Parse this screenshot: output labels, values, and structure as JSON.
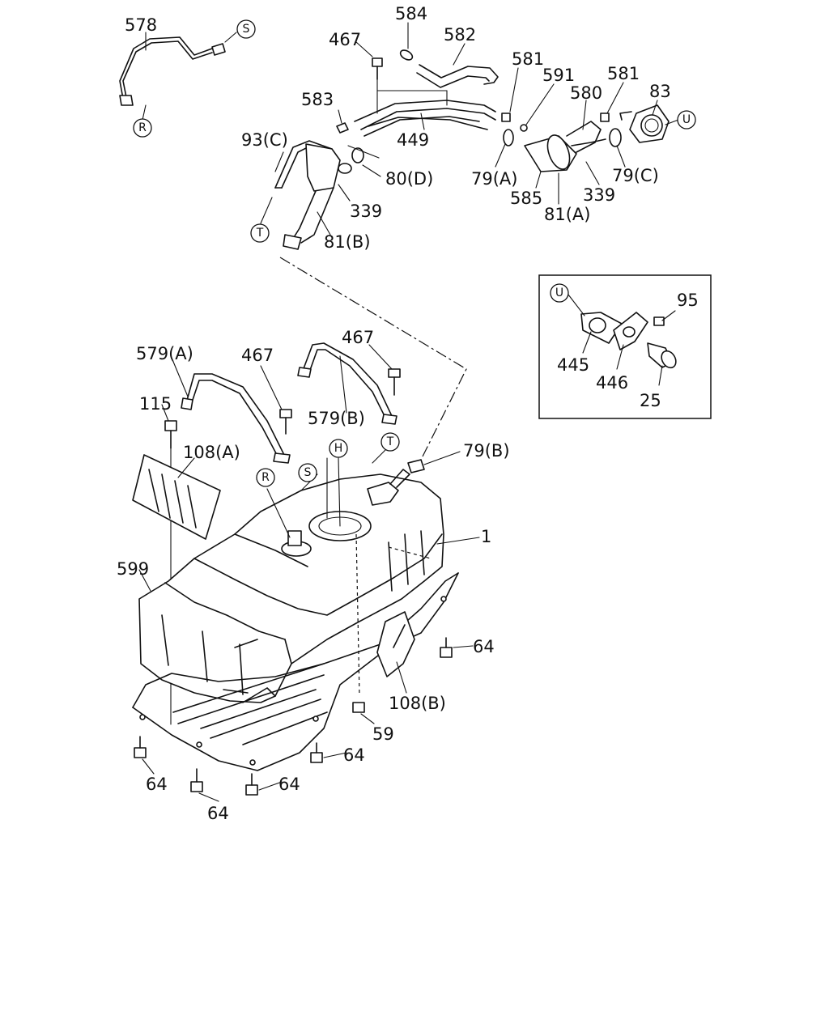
{
  "labels": {
    "p578": "578",
    "p584": "584",
    "p582": "582",
    "p467a": "467",
    "p581a": "581",
    "p591": "591",
    "p581b": "581",
    "p580": "580",
    "p83": "83",
    "p583": "583",
    "p449": "449",
    "p93c": "93(C)",
    "p80d": "80(D)",
    "p79a": "79(A)",
    "p79c": "79(C)",
    "p585": "585",
    "p339a": "339",
    "p81a": "81(A)",
    "p339b": "339",
    "p81b": "81(B)",
    "p95": "95",
    "p445": "445",
    "p446": "446",
    "p25": "25",
    "p579a": "579(A)",
    "p467b": "467",
    "p467c": "467",
    "p579b": "579(B)",
    "p115": "115",
    "p108a": "108(A)",
    "p79b": "79(B)",
    "p1": "1",
    "p599": "599",
    "p64a": "64",
    "p108b": "108(B)",
    "p59": "59",
    "p64b": "64",
    "p64c": "64",
    "p64d": "64",
    "p64e": "64"
  },
  "callouts": {
    "S1": "S",
    "R1": "R",
    "U1": "U",
    "T1": "T",
    "U2": "U",
    "R2": "R",
    "S2": "S",
    "H1": "H",
    "T2": "T"
  }
}
